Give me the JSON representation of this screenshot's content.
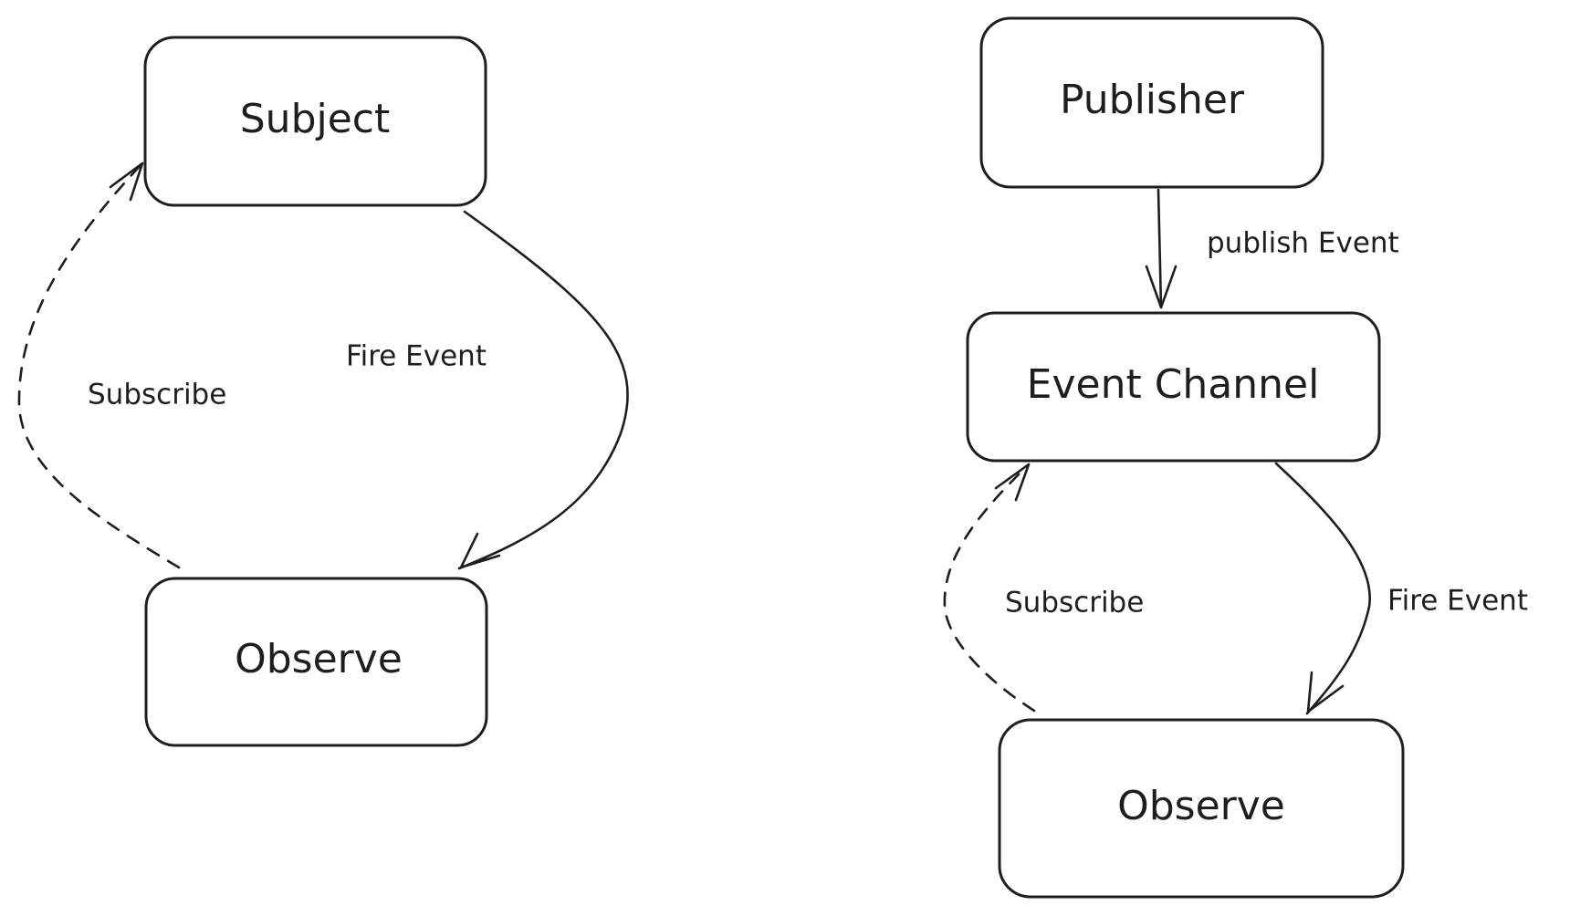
{
  "left_diagram": {
    "subject": "Subject",
    "observe": "Observe",
    "subscribe_label": "Subscribe",
    "fire_event_label": "Fire Event"
  },
  "right_diagram": {
    "publisher": "Publisher",
    "event_channel": "Event Channel",
    "observe": "Observe",
    "publish_event_label": "publish Event",
    "subscribe_label": "Subscribe",
    "fire_event_label": "Fire Event"
  },
  "colors": {
    "stroke": "#1e1e1e",
    "background": "#ffffff"
  }
}
